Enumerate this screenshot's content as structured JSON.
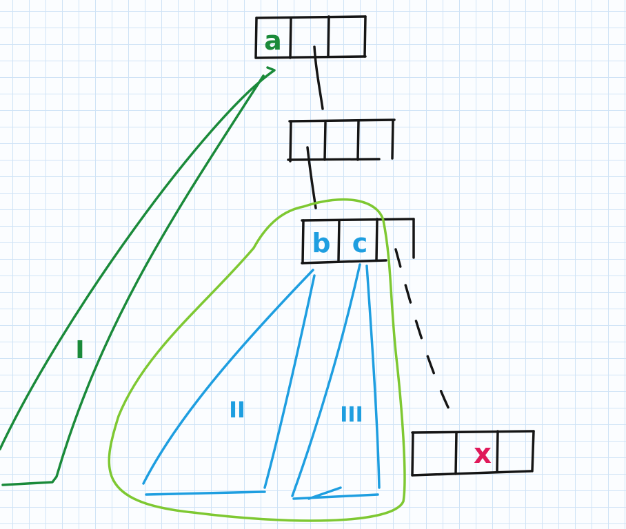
{
  "colors": {
    "node_ink": "#151515",
    "dark_green": "#1a8a3a",
    "light_green": "#7ec832",
    "blue": "#1e9ee0",
    "red": "#e0195a",
    "grid": "#cfe3f6"
  },
  "labels": {
    "key_a": "a",
    "key_b": "b",
    "key_c": "c",
    "key_x": "x",
    "subtree_1": "I",
    "subtree_2": "II",
    "subtree_3": "III"
  }
}
